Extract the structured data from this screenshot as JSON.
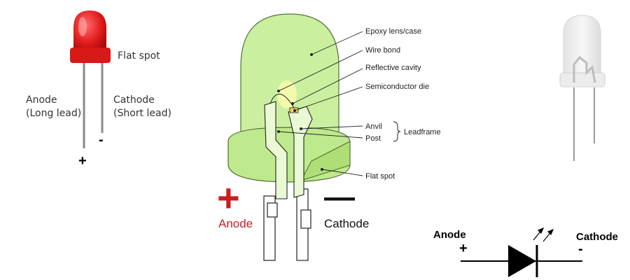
{
  "red_led": {
    "flat_spot": "Flat spot",
    "anode_line1": "Anode",
    "anode_line2": "(Long lead)",
    "cathode_line1": "Cathode",
    "cathode_line2": "(Short lead)",
    "plus": "+",
    "minus": "-"
  },
  "green_led": {
    "callouts": {
      "epoxy": "Epoxy lens/case",
      "wire_bond": "Wire bond",
      "reflective_cavity": "Reflective cavity",
      "semiconductor_die": "Semiconductor die",
      "anvil": "Anvil",
      "post": "Post",
      "leadframe": "Leadframe",
      "flat_spot": "Flat spot"
    },
    "plus": "+",
    "minus": "—",
    "anode": "Anode",
    "cathode": "Cathode"
  },
  "symbol": {
    "anode": "Anode",
    "cathode": "Cathode",
    "plus": "+",
    "minus": "-"
  },
  "colors": {
    "red_led": "#e41d1d",
    "green_led": "#c8f09a",
    "anode_red": "#c81e1e",
    "outline": "#222222"
  }
}
